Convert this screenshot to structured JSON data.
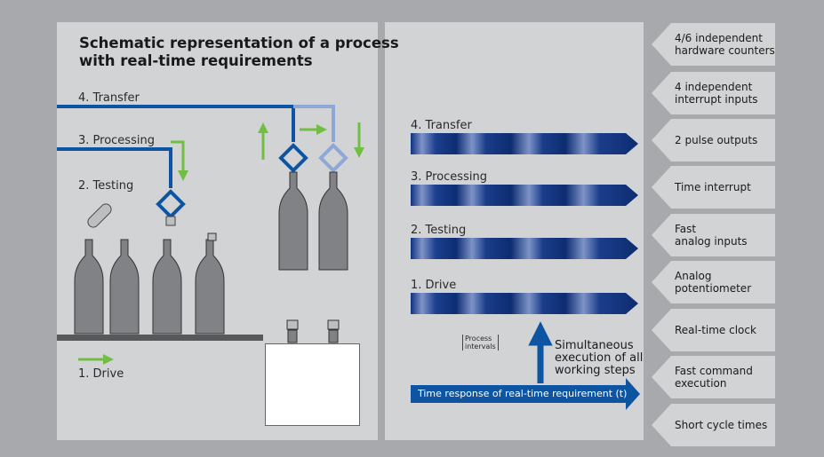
{
  "title_line1": "Schematic representation of a process",
  "title_line2": "with real-time requirements",
  "left": {
    "transfer": "4. Transfer",
    "processing": "3. Processing",
    "testing": "2. Testing",
    "drive": "1. Drive"
  },
  "middle": {
    "bars": [
      "4. Transfer",
      "3. Processing",
      "2. Testing",
      "1. Drive"
    ],
    "process_intervals_1": "Process",
    "process_intervals_2": "intervals",
    "sim_1": "Simultaneous",
    "sim_2": "execution of all",
    "sim_3": "working steps",
    "time_response": "Time response of real-time requirement (t)"
  },
  "right_items": [
    "4/6 independent\nhardware counters",
    "4 independent\ninterrupt inputs",
    "2 pulse outputs",
    "Time interrupt",
    "Fast\nanalog inputs",
    "Analog\npotentiometer",
    "Real-time clock",
    "Fast command\nexecution",
    "Short cycle times"
  ],
  "colors": {
    "blue": "#0d55a2",
    "light_blue": "#8ea7d6",
    "green": "#72be44",
    "bottle": "#808285",
    "bar_dark": "#0a2a6e"
  }
}
